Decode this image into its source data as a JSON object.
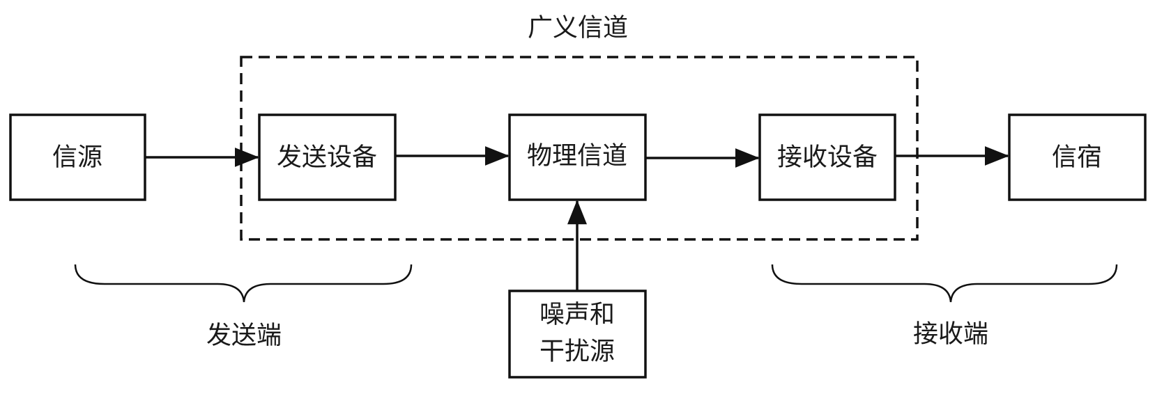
{
  "diagram": {
    "channel_label": "广义信道",
    "nodes": {
      "source": "信源",
      "transmitter": "发送设备",
      "physical_channel": "物理信道",
      "receiver": "接收设备",
      "sink": "信宿",
      "noise_line1": "噪声和",
      "noise_line2": "干扰源"
    },
    "regions": {
      "transmit_end": "发送端",
      "receive_end": "接收端"
    }
  }
}
